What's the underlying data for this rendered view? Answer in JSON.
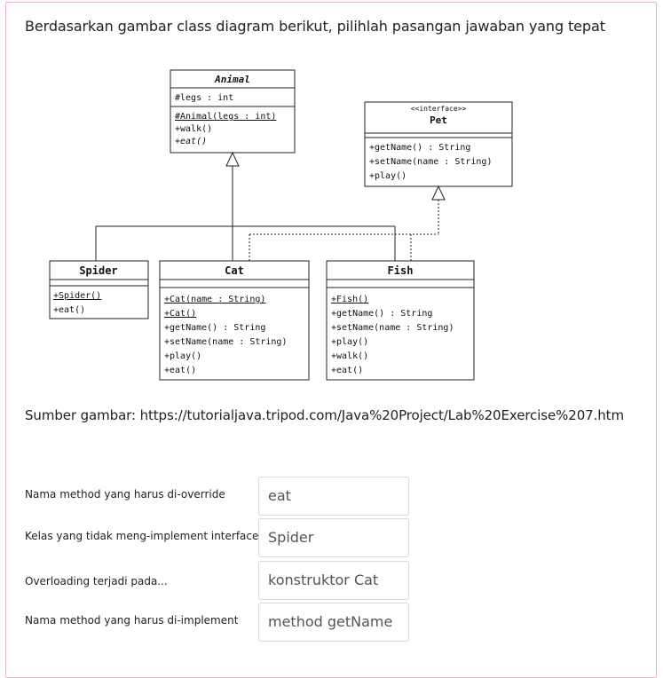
{
  "question": "Berdasarkan gambar class diagram berikut, pilihlah pasangan jawaban yang tepat",
  "source_text": "Sumber gambar: https://tutorialjava.tripod.com/Java%20Project/Lab%20Exercise%207.htm",
  "diagram": {
    "animal": {
      "name": "Animal",
      "attributes": [
        "#legs : int"
      ],
      "methods": [
        "#Animal(legs : int)",
        "+walk()",
        "+eat()"
      ]
    },
    "pet": {
      "stereotype": "<<interface>>",
      "name": "Pet",
      "methods": [
        "+getName() : String",
        "+setName(name : String)",
        "+play()"
      ]
    },
    "spider": {
      "name": "Spider",
      "methods": [
        "+Spider()",
        "+eat()"
      ]
    },
    "cat": {
      "name": "Cat",
      "methods": [
        "+Cat(name : String)",
        "+Cat()",
        "+getName() : String",
        "+setName(name : String)",
        "+play()",
        "+eat()"
      ]
    },
    "fish": {
      "name": "Fish",
      "methods": [
        "+Fish()",
        "+getName() : String",
        "+setName(name : String)",
        "+play()",
        "+walk()",
        "+eat()"
      ]
    }
  },
  "matching": [
    {
      "label": "Nama method yang harus di-override",
      "answer": "eat"
    },
    {
      "label": "Kelas yang tidak meng-implement interface",
      "answer": "Spider"
    },
    {
      "label": "Overloading terjadi pada...",
      "answer": "konstruktor Cat"
    },
    {
      "label": "Nama method yang harus di-implement",
      "answer": "method getName"
    }
  ]
}
